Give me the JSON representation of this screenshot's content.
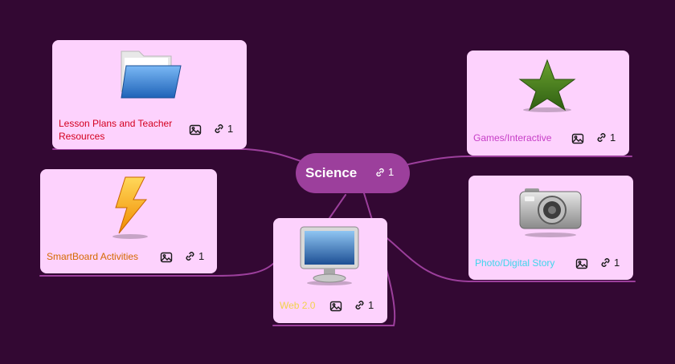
{
  "central": {
    "title": "Science",
    "link_count": "1"
  },
  "nodes": {
    "lesson": {
      "label": "Lesson Plans and Teacher Resources",
      "color": "#d4001e",
      "icon": "folder-icon",
      "link_count": "1"
    },
    "games": {
      "label": "Games/Interactive",
      "color": "#c63ec6",
      "icon": "star-icon",
      "link_count": "1"
    },
    "smartboard": {
      "label": "SmartBoard Activities",
      "color": "#d46a00",
      "icon": "lightning-icon",
      "link_count": "1"
    },
    "photo": {
      "label": "Photo/Digital Story",
      "color": "#3fd6ec",
      "icon": "camera-icon",
      "link_count": "1"
    },
    "web": {
      "label": "Web 2.0",
      "color": "#f2d24a",
      "icon": "monitor-icon",
      "link_count": "1"
    }
  },
  "colors": {
    "background": "#330833",
    "node_fill": "#fdd2fd",
    "central_fill": "#9c3f9c",
    "connector": "#9c3f9c"
  }
}
